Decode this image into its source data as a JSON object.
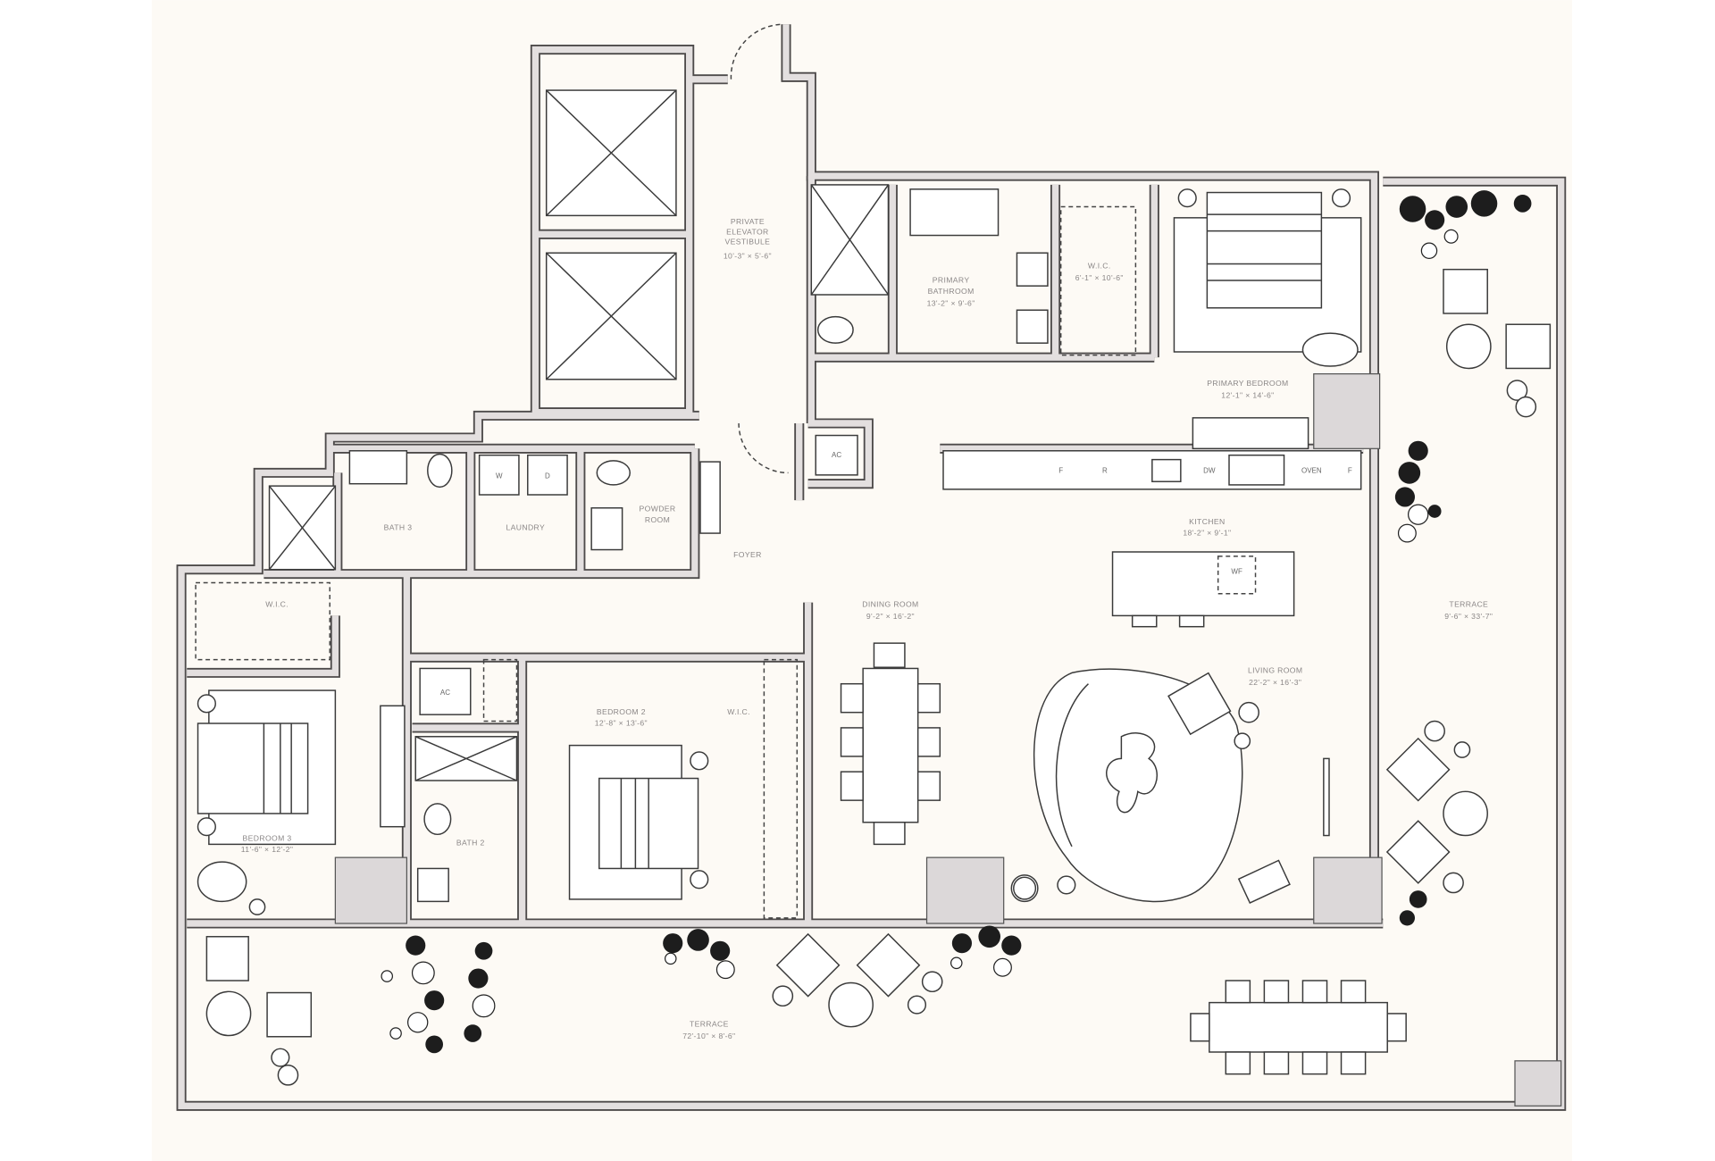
{
  "colors": {
    "background": "#fdfaf5",
    "wall_fill": "#e3dfdf",
    "wall_outline": "#4d4a4a",
    "label": "#8a8686"
  },
  "rooms": {
    "vestibule": {
      "name_lines": [
        "PRIVATE",
        "ELEVATOR",
        "VESTIBULE"
      ],
      "dims": "10'-3\" × 5'-6\""
    },
    "primary_bathroom": {
      "name_lines": [
        "PRIMARY",
        "BATHROOM"
      ],
      "dims": "13'-2\" × 9'-6\""
    },
    "primary_wic": {
      "name": "W.I.C.",
      "dims": "6'-1\" × 10'-6\""
    },
    "primary_bedroom": {
      "name": "PRIMARY BEDROOM",
      "dims": "12'-1\" × 14'-6\""
    },
    "kitchen": {
      "name": "KITCHEN",
      "dims": "18'-2\" × 9'-1\""
    },
    "dining_room": {
      "name": "DINING ROOM",
      "dims": "9'-2\" × 16'-2\""
    },
    "living_room": {
      "name": "LIVING ROOM",
      "dims": "22'-2\" × 16'-3\""
    },
    "terrace_east": {
      "name": "TERRACE",
      "dims": "9'-6\" × 33'-7\""
    },
    "terrace_south": {
      "name": "TERRACE",
      "dims": "72'-10\" × 8'-6\""
    },
    "bath_3": {
      "name": "BATH 3"
    },
    "laundry": {
      "name": "LAUNDRY"
    },
    "powder_room": {
      "name_lines": [
        "POWDER",
        "ROOM"
      ]
    },
    "foyer": {
      "name": "FOYER"
    },
    "bedroom3_wic": {
      "name": "W.I.C."
    },
    "bedroom_2": {
      "name": "BEDROOM 2",
      "dims": "12'-8\" × 13'-6\""
    },
    "bedroom2_wic": {
      "name": "W.I.C."
    },
    "bedroom_3": {
      "name": "BEDROOM 3",
      "dims": "11'-6\" × 12'-2\""
    },
    "bath_2": {
      "name": "BATH 2"
    }
  },
  "fixtures": {
    "ac": "AC",
    "washer": "W",
    "dryer": "D",
    "refrigerator": "R",
    "dishwasher": "DW",
    "oven": "OVEN",
    "freezer": "F",
    "wine_fridge": "WF"
  }
}
